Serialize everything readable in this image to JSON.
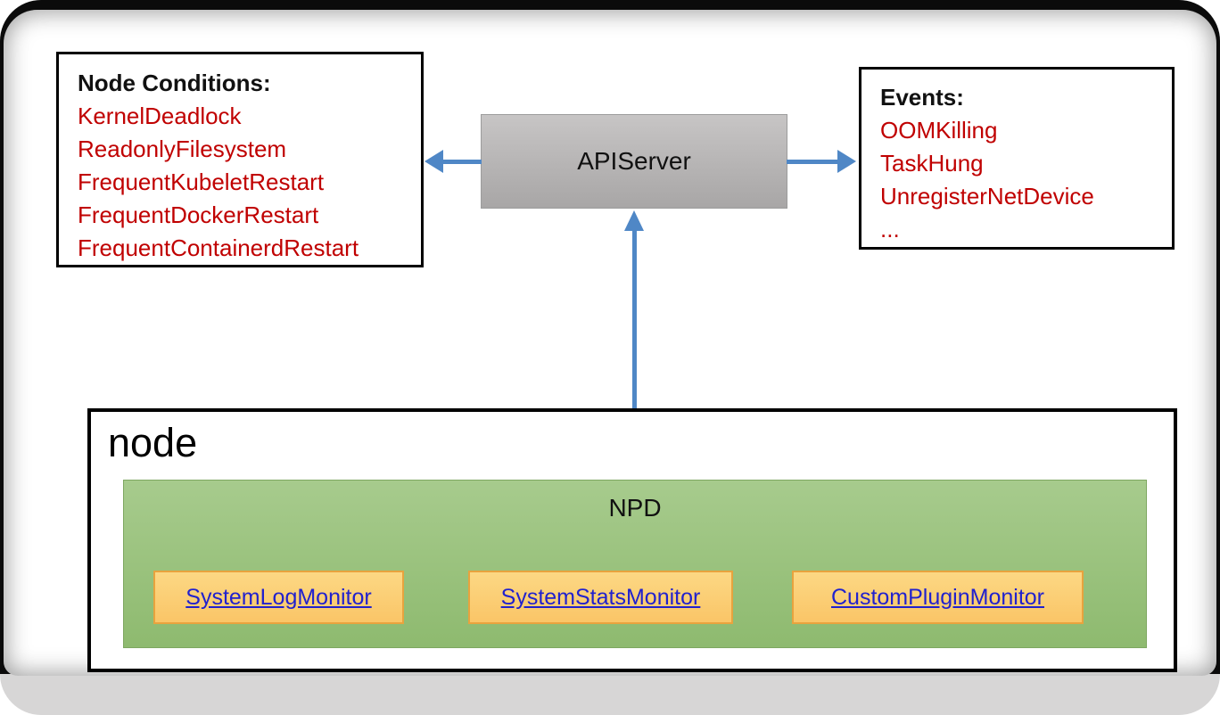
{
  "node_conditions": {
    "title": "Node Conditions:",
    "items": [
      "KernelDeadlock",
      "ReadonlyFilesystem",
      "FrequentKubeletRestart",
      "FrequentDockerRestart",
      "FrequentContainerdRestart"
    ]
  },
  "api_server": {
    "label": "APIServer"
  },
  "events": {
    "title": "Events:",
    "items": [
      "OOMKilling",
      "TaskHung",
      "UnregisterNetDevice",
      "..."
    ]
  },
  "node": {
    "label": "node",
    "npd": {
      "label": "NPD",
      "monitors": [
        {
          "label": "SystemLogMonitor"
        },
        {
          "label": "SystemStatsMonitor"
        },
        {
          "label": "CustomPluginMonitor"
        }
      ]
    }
  },
  "colors": {
    "alert_red": "#C00000",
    "arrow_blue": "#4F87C6",
    "link_blue": "#2121CE",
    "npd_green_top": "#A7CB8D",
    "npd_green_bottom": "#8EBA6F",
    "npd_green_border": "#7EA761",
    "monitor_orange_top": "#FCD884",
    "monitor_orange_bottom": "#FAC567",
    "monitor_orange_border": "#E8A33E",
    "apiserver_gray_top": "#C7C5C5",
    "apiserver_gray_bottom": "#A8A6A6",
    "apiserver_gray_border": "#9C9C9C"
  }
}
